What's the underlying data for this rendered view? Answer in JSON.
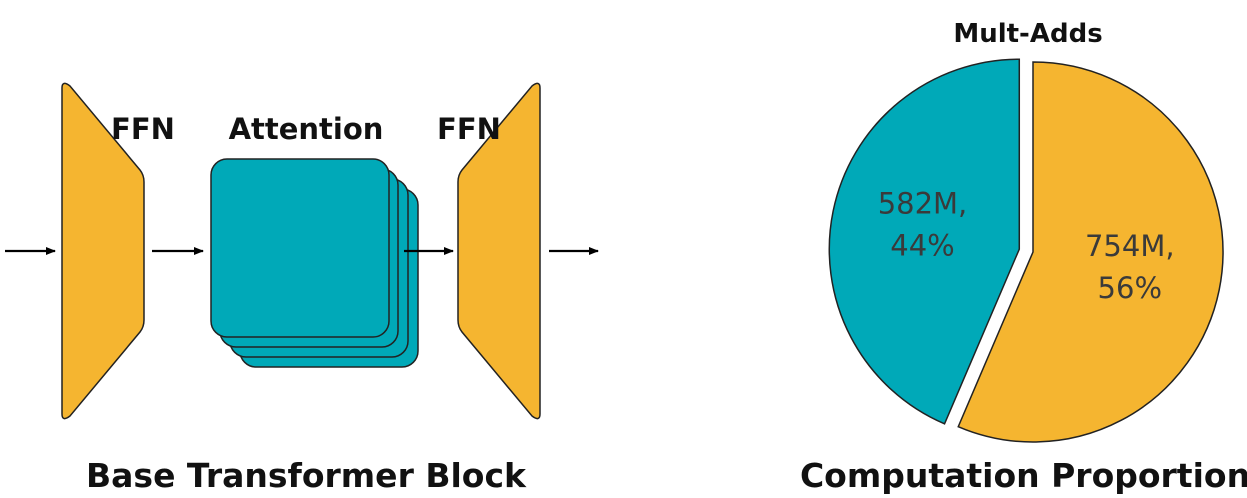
{
  "diagram": {
    "caption": "Base Transformer Block",
    "labels": {
      "ffn_left": "FFN",
      "attention": "Attention",
      "ffn_right": "FFN"
    },
    "colors": {
      "ffn": "#F5B530",
      "attention": "#00A9B8",
      "stroke": "#222222",
      "arrow": "#000000"
    }
  },
  "chart_data": {
    "type": "pie",
    "title": "Mult-Adds",
    "caption": "Computation Proportion",
    "slices": [
      {
        "name": "Attention",
        "value": 582,
        "label": "582M,",
        "percent": "44%",
        "color": "#00A9B8",
        "exploded": true
      },
      {
        "name": "FFN",
        "value": 754,
        "label": "754M,",
        "percent": "56%",
        "color": "#F5B530",
        "exploded": false
      }
    ]
  }
}
